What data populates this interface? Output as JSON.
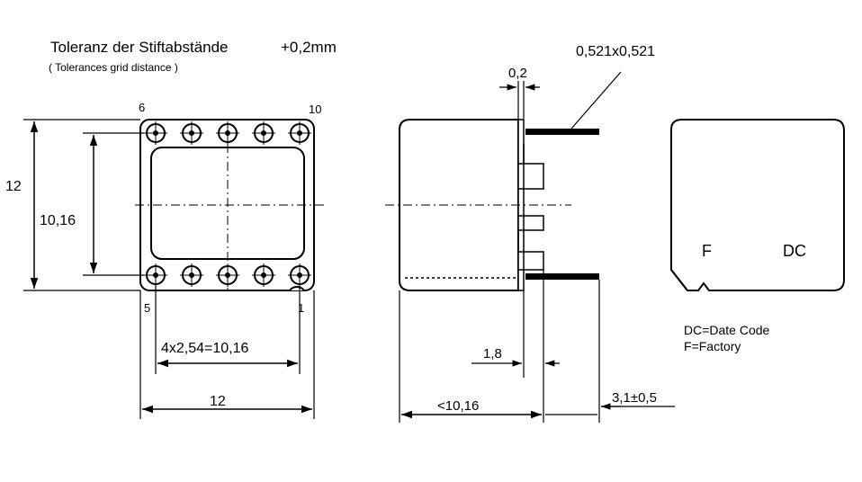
{
  "header": {
    "title": "Toleranz der Stiftabstände",
    "tolerance": "+0,2mm",
    "subtitle": "( Tolerances grid distance )"
  },
  "front_view": {
    "pin_label_6": "6",
    "pin_label_10": "10",
    "pin_label_5": "5",
    "pin_label_1": "1",
    "dim_height": "12",
    "dim_pin_row_distance": "10,16",
    "dim_pin_pitch": "4x2,54=10,16",
    "dim_width": "12"
  },
  "side_view": {
    "pin_size": "0,521x0,521",
    "dim_flange": "0,2",
    "dim_standoff": "1,8",
    "dim_body_length": "<10,16",
    "dim_pin_length": "3,1±0,5"
  },
  "top_view": {
    "mark_factory": "F",
    "mark_datecode": "DC",
    "legend_dc": "DC=Date Code",
    "legend_f": "F=Factory"
  }
}
